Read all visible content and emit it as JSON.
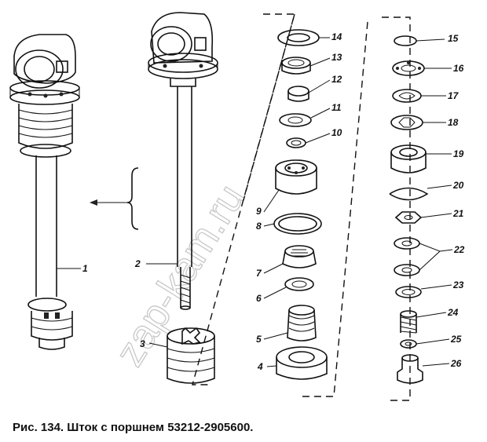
{
  "figure": {
    "caption": "Рис. 134. Шток с поршнем 53212-2905600.",
    "watermark": "zap-kam.ru",
    "labels": [
      "1",
      "2",
      "3",
      "4",
      "5",
      "6",
      "7",
      "8",
      "9",
      "10",
      "11",
      "12",
      "13",
      "14",
      "15",
      "16",
      "17",
      "18",
      "19",
      "20",
      "21",
      "22",
      "23",
      "24",
      "25",
      "26"
    ]
  }
}
